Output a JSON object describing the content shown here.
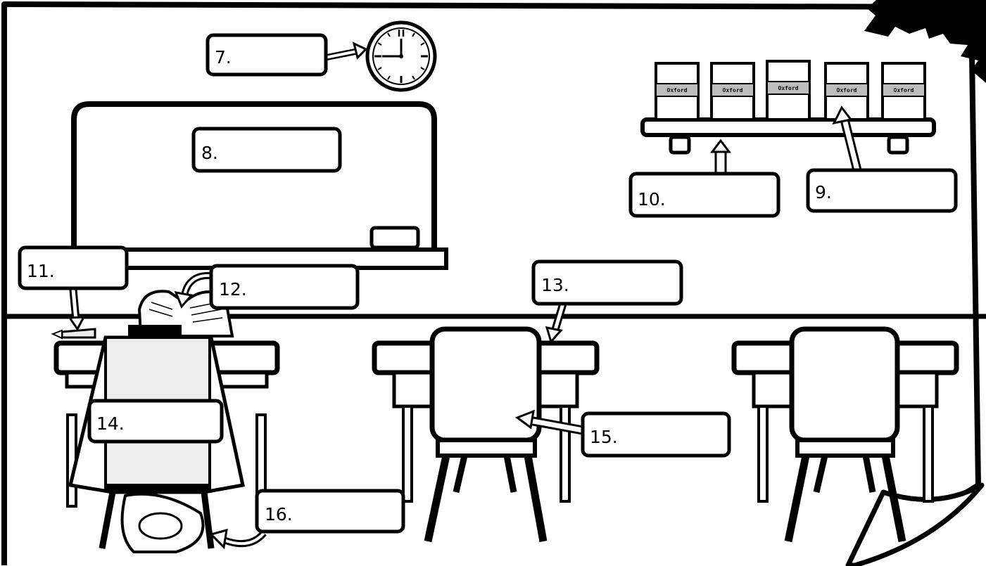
{
  "labels": {
    "l7": "7.",
    "l8": "8.",
    "l9": "9.",
    "l10": "10.",
    "l11": "11.",
    "l12": "12.",
    "l13": "13.",
    "l14": "14.",
    "l15": "15.",
    "l16": "16."
  },
  "books": [
    "Oxford",
    "Oxford",
    "Oxford",
    "Oxford",
    "Oxford"
  ],
  "clock": {
    "time": "9:00"
  },
  "colors": {
    "ink": "#000000",
    "paper": "#ffffff",
    "gray": "#bdbdbd",
    "light": "#ededed"
  }
}
